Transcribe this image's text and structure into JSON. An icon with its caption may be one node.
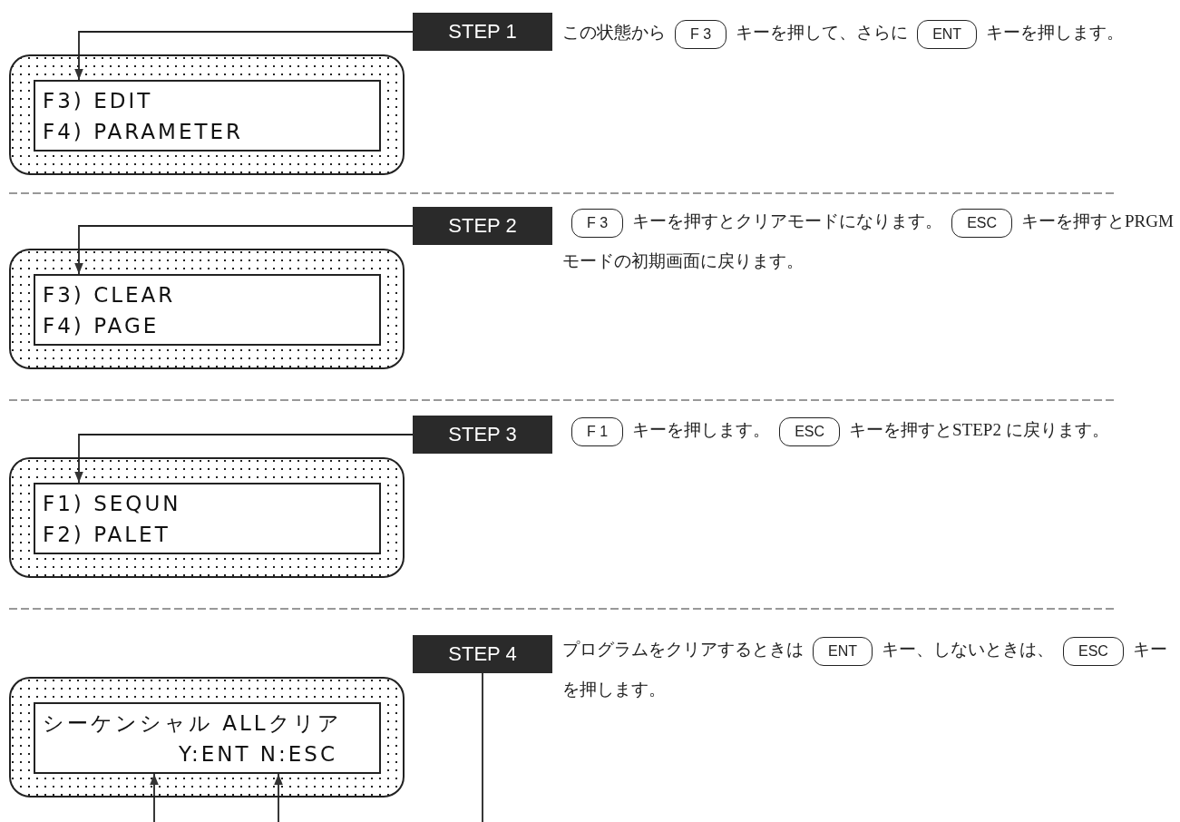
{
  "diagram": {
    "nodes": [
      {
        "text": [],
        "shape": "box"
      },
      {
        "text": [
          "F3) EDIT",
          "F4) PARAMETER"
        ],
        "in": 0
      },
      {
        "text": [
          "STEP 1"
        ]
      },
      {
        "text": [
          "F 3"
        ]
      },
      {
        "text": [
          "ENT"
        ]
      },
      {
        "text": [],
        "shape": "box"
      },
      {
        "text": [
          "F3) CLEAR",
          "F4) PAGE"
        ],
        "in": 5
      },
      {
        "text": [
          "STEP 2"
        ]
      },
      {
        "text": [
          "F 3"
        ]
      },
      {
        "text": [
          "ESC"
        ]
      },
      {
        "text": [],
        "shape": "box"
      },
      {
        "text": [
          "F1) SEQUN",
          "F2) PALET"
        ],
        "in": 10
      },
      {
        "text": [
          "STEP 3"
        ]
      },
      {
        "text": [
          "F 1"
        ]
      },
      {
        "text": [
          "ESC"
        ]
      },
      {
        "text": [],
        "shape": "box"
      },
      {
        "text": [
          "シーケンシャル ALLクリア",
          "Y:ENT N:ESC"
        ],
        "in": 15
      },
      {
        "text": [
          "STEP 4"
        ]
      },
      {
        "text": [
          "ENT"
        ]
      },
      {
        "text": [
          "ESC"
        ]
      }
    ],
    "edges": [
      {
        "from": 2,
        "to": 1,
        "arrow": "to"
      },
      {
        "from": 7,
        "to": 6,
        "arrow": "to"
      },
      {
        "from": 12,
        "to": 11,
        "arrow": "to"
      },
      {
        "from": null,
        "to": 16,
        "arrow": "to"
      },
      {
        "from": null,
        "to": 16,
        "arrow": "to"
      },
      {
        "from": 17,
        "to": null,
        "arrow": "none"
      }
    ],
    "labels": [
      "この状態から",
      "キーを押して、さらに",
      "キーを押します。",
      "キーを押すとクリアモードになります。",
      "キーを押すとPRGMモードの初期画面に戻ります。",
      "キーを押します。",
      "キーを押すとSTEP2 に戻ります。",
      "プログラムをクリアするときは",
      "キー、しないときは、",
      "キーを押します。"
    ]
  }
}
